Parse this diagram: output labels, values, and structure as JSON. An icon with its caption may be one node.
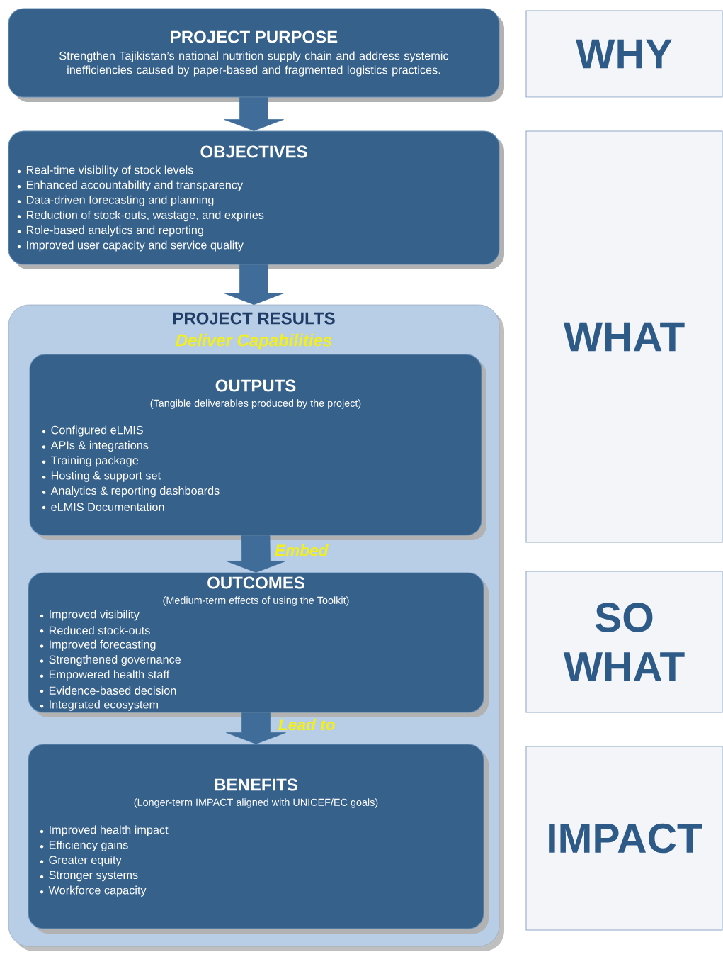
{
  "diagram": {
    "nodes": [
      {
        "text": [
          "PROJECT PURPOSE",
          "Strengthen Tajikistan’s national nutrition supply chain and address systemic inefficiencies caused by paper-based and fragmented logistics practices."
        ]
      },
      {
        "text": [
          "WHY"
        ]
      },
      {
        "text": [
          "OBJECTIVES",
          "Real-time visibility of stock levels",
          "Enhanced accountability and transparency",
          "Data-driven forecasting and planning",
          "Reduction of stock-outs, wastage, and expiries",
          "Role-based analytics and reporting",
          "Improved user capacity and service quality"
        ]
      },
      {
        "text": [
          "WHAT"
        ]
      },
      {
        "text": [
          "PROJECT RESULTS",
          "Deliver Capabilities"
        ]
      },
      {
        "text": [
          "OUTPUTS",
          "(Tangible deliverables produced by the project)",
          "Configured eLMIS",
          "APIs & integrations",
          "Training package",
          "Hosting & support set",
          "Analytics & reporting dashboards",
          "eLMIS Documentation"
        ],
        "in": 4
      },
      {
        "text": [
          "OUTCOMES",
          "(Medium-term effects of using the Toolkit)",
          "Improved visibility",
          "Reduced stock-outs",
          "Improved forecasting",
          "Strengthened governance",
          "Empowered health staff",
          "Evidence-based decision",
          "Integrated ecosystem"
        ],
        "in": 4
      },
      {
        "text": [
          "SO WHAT"
        ]
      },
      {
        "text": [
          "BENEFITS",
          "(Longer-term IMPACT aligned with UNICEF/EC goals)",
          "Improved health impact",
          "Efficiency gains",
          "Greater equity",
          "Stronger systems",
          "Workforce capacity"
        ],
        "in": 4
      },
      {
        "text": [
          "IMPACT"
        ]
      }
    ],
    "edges": [
      {
        "from": 0,
        "to": 2,
        "arrow": "to"
      },
      {
        "from": 2,
        "to": 4,
        "arrow": "to"
      },
      {
        "from": 5,
        "to": 6,
        "arrow": "to",
        "label": "Embed"
      },
      {
        "from": 6,
        "to": 8,
        "arrow": "to",
        "label": "Lead to"
      }
    ]
  }
}
